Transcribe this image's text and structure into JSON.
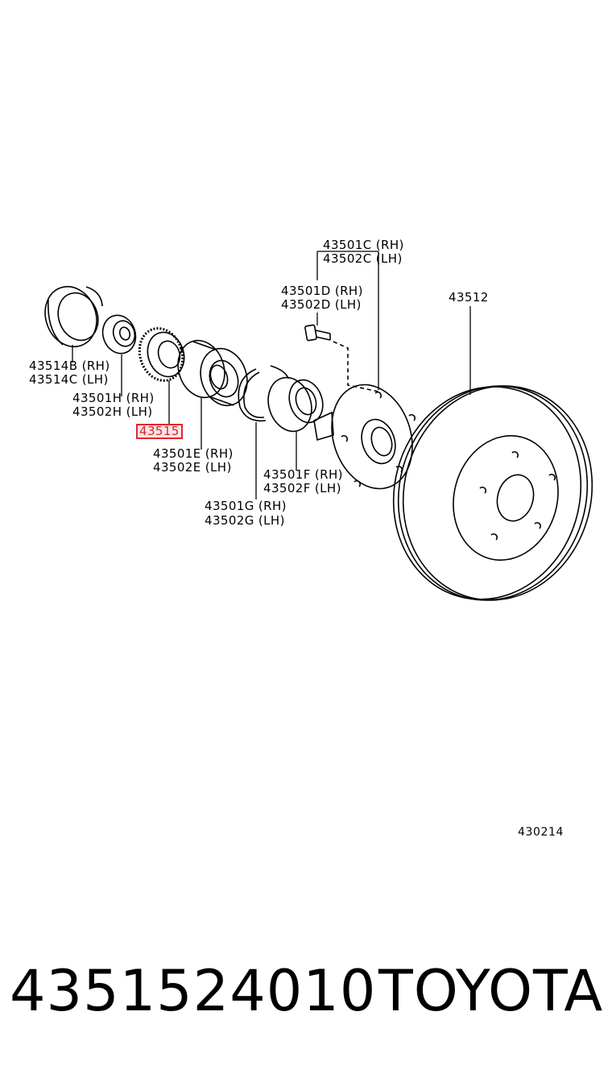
{
  "diagram": {
    "labels": {
      "hub_rh": "43501C (RH)",
      "hub_lh": "43502C (LH)",
      "bolt_rh": "43501D (RH)",
      "bolt_lh": "43502D (LH)",
      "disc": "43512",
      "cap_rh": "43514B (RH)",
      "cap_lh": "43514C (LH)",
      "outer_bearing_rh": "43501H (RH)",
      "outer_bearing_lh": "43502H (LH)",
      "sensor_rotor": "43515",
      "bearing_rh": "43501E (RH)",
      "bearing_lh": "43502E (LH)",
      "inner_bearing_rh": "43501F (RH)",
      "inner_bearing_lh": "43502F (LH)",
      "snap_ring_rh": "43501G (RH)",
      "snap_ring_lh": "43502G (LH)",
      "diagram_code": "430214"
    }
  },
  "footer": {
    "part_number": "4351524010",
    "brand": "TOYOTA"
  },
  "colors": {
    "highlight": "#e0282e",
    "line": "#000000"
  }
}
